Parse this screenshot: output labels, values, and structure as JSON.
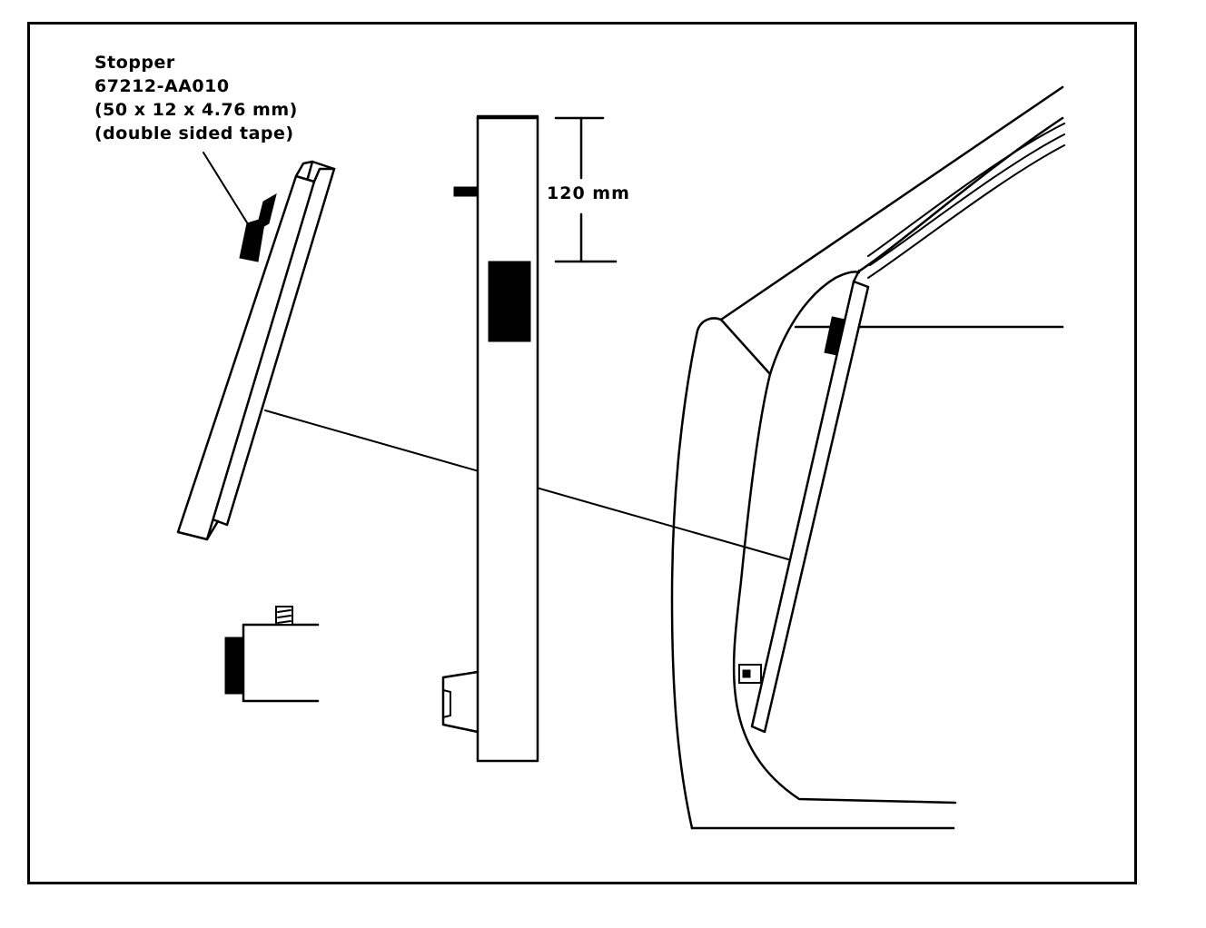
{
  "callout": {
    "name": "Stopper",
    "part_number": "67212-AA010",
    "dimensions": "(50 x 12 x 4.76 mm)",
    "note": "(double sided tape)"
  },
  "dimension": {
    "label": "120 mm"
  }
}
